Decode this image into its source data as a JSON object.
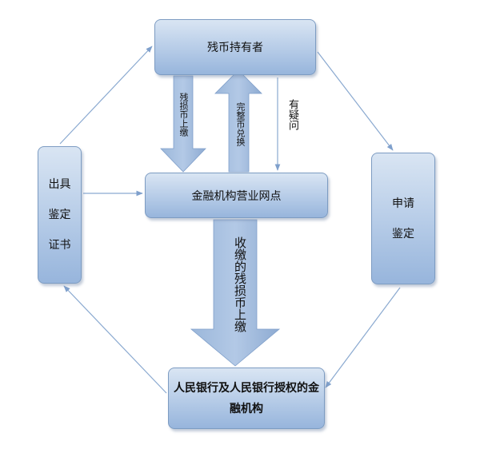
{
  "nodes": {
    "holder": "残币持有者",
    "branch": "金融机构营业网点",
    "cert": [
      "出具",
      "鉴定",
      "证书"
    ],
    "apply": [
      "申请",
      "鉴定"
    ],
    "pboc": "人民银行及人民银行授权的金融机构"
  },
  "edge_labels": {
    "damaged_upload": "残损币上缴",
    "exchange": "完整币兑换",
    "doubt": "有疑问",
    "collected_upload": "收缴的残损币上缴"
  },
  "colors": {
    "box_fill_top": "#d9e5f3",
    "box_fill_bottom": "#97b5dc",
    "box_border": "#7d9cc2",
    "arrow": "#94b1d6"
  }
}
